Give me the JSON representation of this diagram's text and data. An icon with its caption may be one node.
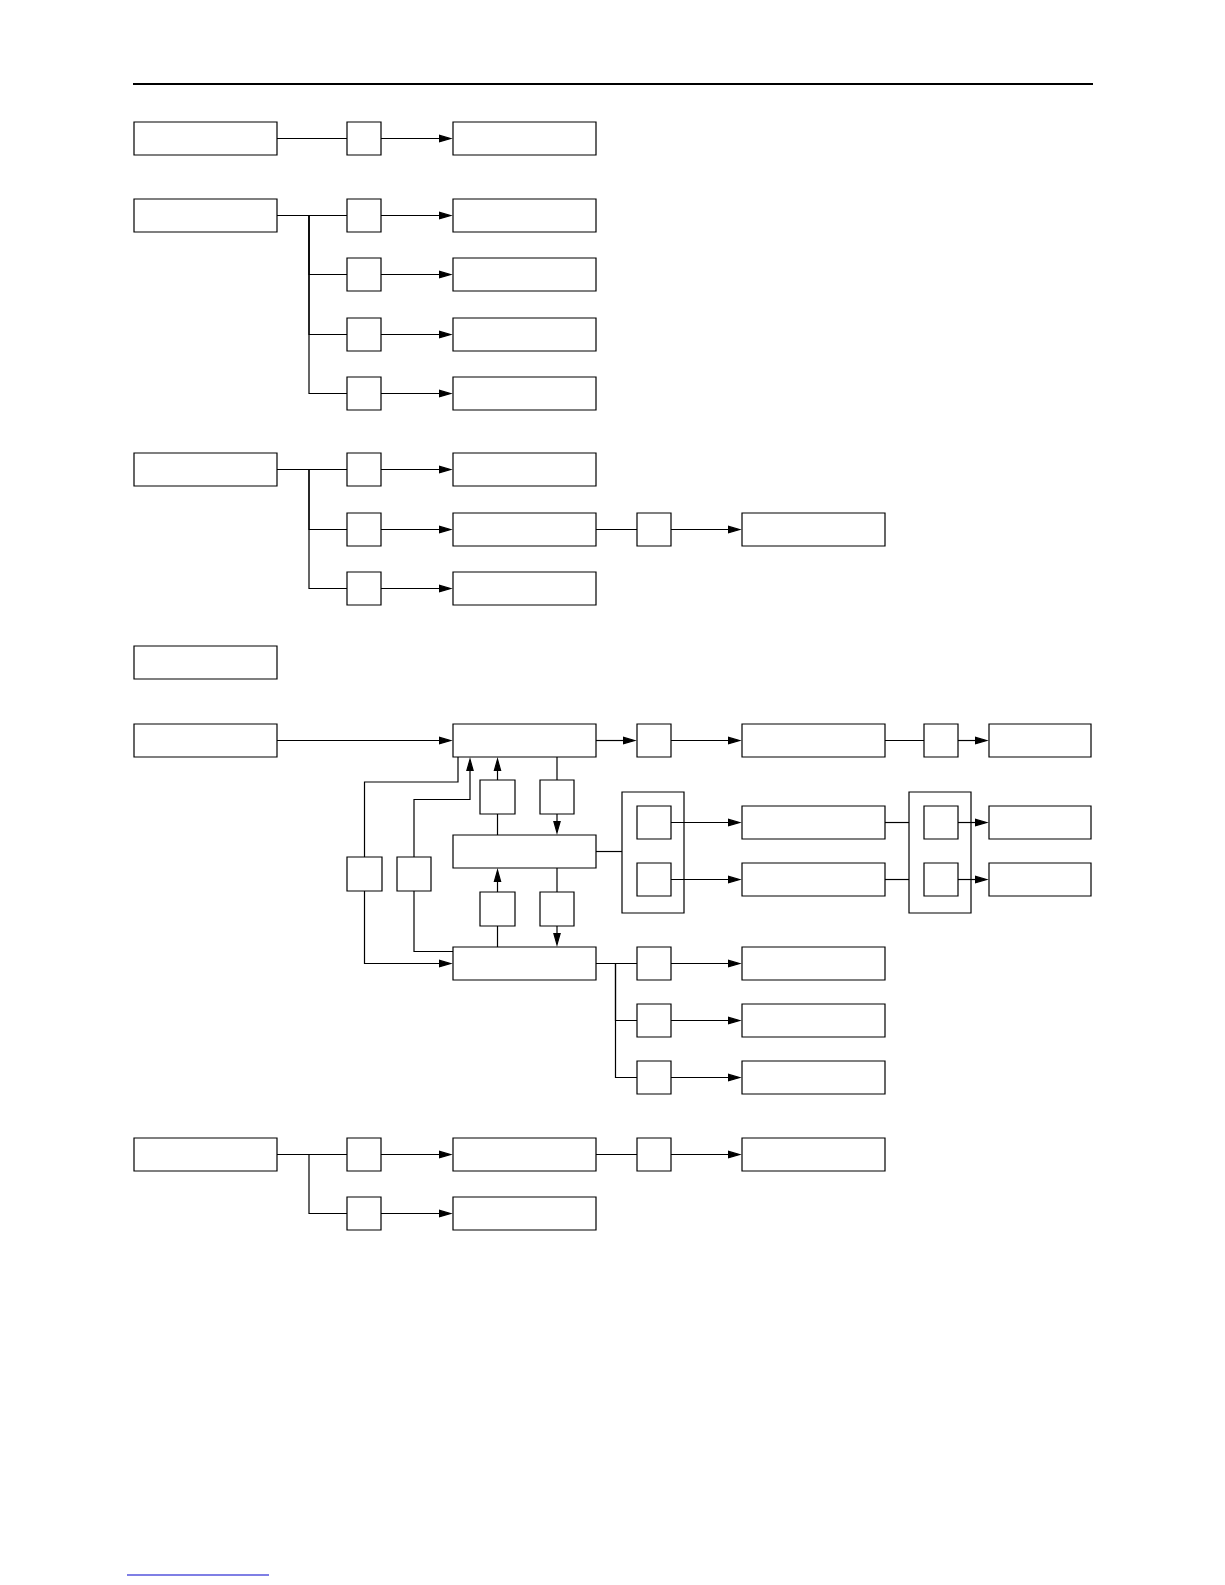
{
  "diagram": {
    "nodes": [
      {
        "text": [],
        "shape": "box"
      },
      {
        "text": [],
        "shape": "box"
      },
      {
        "text": [],
        "shape": "box"
      },
      {
        "text": [],
        "shape": "box"
      },
      {
        "text": [],
        "shape": "box"
      },
      {
        "text": [],
        "shape": "box"
      },
      {
        "text": [],
        "shape": "box"
      },
      {
        "text": [],
        "shape": "box"
      },
      {
        "text": [],
        "shape": "box"
      },
      {
        "text": [],
        "shape": "box"
      },
      {
        "text": [],
        "shape": "box"
      },
      {
        "text": [],
        "shape": "box"
      },
      {
        "text": [],
        "shape": "box"
      },
      {
        "text": [],
        "shape": "box"
      },
      {
        "text": [],
        "shape": "box"
      },
      {
        "text": [],
        "shape": "box"
      },
      {
        "text": [],
        "shape": "box"
      },
      {
        "text": [],
        "shape": "box"
      },
      {
        "text": [],
        "shape": "box"
      },
      {
        "text": [],
        "shape": "box"
      },
      {
        "text": [],
        "shape": "box"
      },
      {
        "text": [],
        "shape": "box"
      },
      {
        "text": [],
        "shape": "box"
      },
      {
        "text": [],
        "shape": "box"
      },
      {
        "text": [],
        "shape": "box"
      },
      {
        "text": [],
        "shape": "box"
      },
      {
        "text": [],
        "shape": "box"
      },
      {
        "text": [],
        "shape": "box"
      },
      {
        "text": [],
        "shape": "box"
      },
      {
        "text": [],
        "shape": "box"
      },
      {
        "text": [],
        "shape": "box"
      },
      {
        "text": [],
        "shape": "box",
        "in": 30
      },
      {
        "text": [],
        "shape": "box",
        "in": 30
      },
      {
        "text": [],
        "shape": "box"
      },
      {
        "text": [],
        "shape": "box"
      },
      {
        "text": [],
        "shape": "box"
      },
      {
        "text": [],
        "shape": "box",
        "in": 35
      },
      {
        "text": [],
        "shape": "box",
        "in": 35
      },
      {
        "text": [],
        "shape": "box"
      },
      {
        "text": [],
        "shape": "box"
      },
      {
        "text": [],
        "shape": "box"
      },
      {
        "text": [],
        "shape": "box"
      },
      {
        "text": [],
        "shape": "box"
      },
      {
        "text": [],
        "shape": "box"
      },
      {
        "text": [],
        "shape": "box"
      },
      {
        "text": [],
        "shape": "box"
      },
      {
        "text": [],
        "shape": "box"
      },
      {
        "text": [],
        "shape": "box"
      },
      {
        "text": [],
        "shape": "box"
      },
      {
        "text": [],
        "shape": "box"
      },
      {
        "text": [],
        "shape": "box"
      },
      {
        "text": [],
        "shape": "box"
      },
      {
        "text": [],
        "shape": "box"
      },
      {
        "text": [],
        "shape": "box"
      },
      {
        "text": [],
        "shape": "box"
      },
      {
        "text": [],
        "shape": "box"
      },
      {
        "text": [],
        "shape": "box"
      },
      {
        "text": [],
        "shape": "box"
      },
      {
        "text": [],
        "shape": "box"
      }
    ],
    "edges": [
      {
        "from": 0,
        "to": 1,
        "arrow": "none"
      },
      {
        "from": 1,
        "to": 2,
        "arrow": "to"
      },
      {
        "from": 3,
        "to": 4,
        "arrow": "none"
      },
      {
        "from": 3,
        "to": 6,
        "arrow": "none"
      },
      {
        "from": 3,
        "to": 8,
        "arrow": "none"
      },
      {
        "from": 3,
        "to": 10,
        "arrow": "none"
      },
      {
        "from": 4,
        "to": 5,
        "arrow": "to"
      },
      {
        "from": 6,
        "to": 7,
        "arrow": "to"
      },
      {
        "from": 8,
        "to": 9,
        "arrow": "to"
      },
      {
        "from": 10,
        "to": 11,
        "arrow": "to"
      },
      {
        "from": 12,
        "to": 13,
        "arrow": "none"
      },
      {
        "from": 12,
        "to": 15,
        "arrow": "none"
      },
      {
        "from": 12,
        "to": 19,
        "arrow": "none"
      },
      {
        "from": 13,
        "to": 14,
        "arrow": "to"
      },
      {
        "from": 15,
        "to": 16,
        "arrow": "to"
      },
      {
        "from": 16,
        "to": 17,
        "arrow": "none"
      },
      {
        "from": 17,
        "to": 18,
        "arrow": "to"
      },
      {
        "from": 19,
        "to": 20,
        "arrow": "to"
      },
      {
        "from": 22,
        "to": 23,
        "arrow": "to"
      },
      {
        "from": 23,
        "to": 24,
        "arrow": "to"
      },
      {
        "from": 24,
        "to": 25,
        "arrow": "to"
      },
      {
        "from": 25,
        "to": 26,
        "arrow": "none"
      },
      {
        "from": 26,
        "to": 27,
        "arrow": "to"
      },
      {
        "from": 23,
        "to": 41,
        "arrow": "none"
      },
      {
        "from": 41,
        "to": 45,
        "arrow": "to"
      },
      {
        "from": 45,
        "to": 42,
        "arrow": "none"
      },
      {
        "from": 42,
        "to": 23,
        "arrow": "to"
      },
      {
        "from": 40,
        "to": 28,
        "arrow": "none"
      },
      {
        "from": 28,
        "to": 23,
        "arrow": "to"
      },
      {
        "from": 23,
        "to": 29,
        "arrow": "none"
      },
      {
        "from": 29,
        "to": 40,
        "arrow": "to"
      },
      {
        "from": 45,
        "to": 43,
        "arrow": "none"
      },
      {
        "from": 43,
        "to": 40,
        "arrow": "to"
      },
      {
        "from": 40,
        "to": 44,
        "arrow": "none"
      },
      {
        "from": 44,
        "to": 45,
        "arrow": "to"
      },
      {
        "from": 40,
        "to": 30,
        "arrow": "none"
      },
      {
        "from": 31,
        "to": 33,
        "arrow": "to"
      },
      {
        "from": 32,
        "to": 34,
        "arrow": "to"
      },
      {
        "from": 33,
        "to": 35,
        "arrow": "none"
      },
      {
        "from": 34,
        "to": 35,
        "arrow": "none"
      },
      {
        "from": 36,
        "to": 38,
        "arrow": "to"
      },
      {
        "from": 37,
        "to": 39,
        "arrow": "to"
      },
      {
        "from": 45,
        "to": 46,
        "arrow": "none"
      },
      {
        "from": 45,
        "to": 48,
        "arrow": "none"
      },
      {
        "from": 45,
        "to": 50,
        "arrow": "none"
      },
      {
        "from": 46,
        "to": 47,
        "arrow": "to"
      },
      {
        "from": 48,
        "to": 49,
        "arrow": "to"
      },
      {
        "from": 50,
        "to": 51,
        "arrow": "to"
      },
      {
        "from": 52,
        "to": 53,
        "arrow": "none"
      },
      {
        "from": 52,
        "to": 57,
        "arrow": "none"
      },
      {
        "from": 53,
        "to": 54,
        "arrow": "to"
      },
      {
        "from": 57,
        "to": 58,
        "arrow": "to"
      },
      {
        "from": 54,
        "to": 55,
        "arrow": "none"
      },
      {
        "from": 55,
        "to": 56,
        "arrow": "to"
      }
    ]
  }
}
